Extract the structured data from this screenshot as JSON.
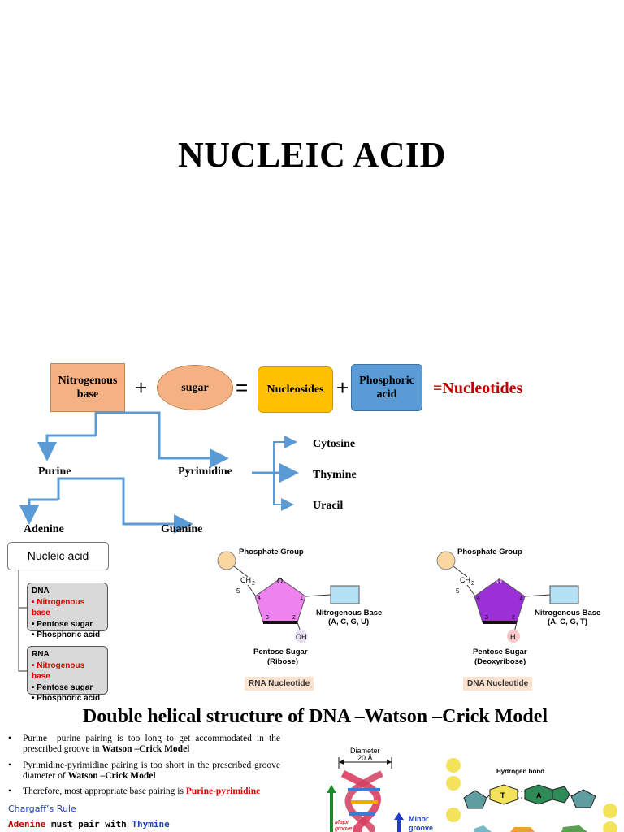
{
  "title": "NUCLEIC ACID",
  "equation": {
    "nitrogenous_base": "Nitrogenous base",
    "sugar": "sugar",
    "nucleosides": "Nucleosides",
    "phosphoric_acid": "Phosphoric acid",
    "plus": "+",
    "equals": "=",
    "result": "=Nucleotides"
  },
  "classification": {
    "purine": "Purine",
    "pyrimidine": "Pyrimidine",
    "adenine": "Adenine",
    "guanine": "Guanine",
    "pyrimidine_bases": [
      "Cytosine",
      "Thymine",
      "Uracil"
    ]
  },
  "tree": {
    "root": "Nucleic acid",
    "dna": {
      "name": "DNA",
      "items": [
        "Nitrogenous base",
        "Pentose sugar",
        "Phosphoric acid"
      ]
    },
    "rna": {
      "name": "RNA",
      "items": [
        "Nitrogenous base",
        "Pentose sugar",
        "Phosphoric acid"
      ]
    }
  },
  "rna_nucleotide": {
    "phosphate": "Phosphate Group",
    "ch2": "CH",
    "ch2_sub": "2",
    "five": "5",
    "ring_o": "O",
    "n4": "4",
    "n1": "1",
    "n3": "3",
    "n2": "2",
    "substituent": "OH",
    "base_title": "Nitrogenous Base",
    "base_letters": "(A, C, G, U)",
    "sugar_title": "Pentose Sugar",
    "sugar_name": "(Ribose)",
    "label": "RNA Nucleotide"
  },
  "dna_nucleotide": {
    "phosphate": "Phosphate Group",
    "ch2": "CH",
    "ch2_sub": "2",
    "five": "5",
    "ring_o": "O",
    "n4": "4",
    "n1": "1",
    "n3": "3",
    "n2": "2",
    "substituent": "H",
    "base_title": "Nitrogenous Base",
    "base_letters": "(A, C, G, T)",
    "sugar_title": "Pentose Sugar",
    "sugar_name": "(Deoxyribose)",
    "label": "DNA Nucleotide"
  },
  "double_helix": {
    "heading": "Double helical structure of DNA –Watson –Crick Model",
    "bullets": [
      {
        "pre": "Purine –purine pairing is too long to get accommodated in the prescribed groove in ",
        "bold": "Watson –Crick Model",
        "post": ""
      },
      {
        "pre": "Pyrimidine-pyrimidine pairing is too short in the prescribed groove diameter of ",
        "bold": "Watson –Crick Model",
        "post": ""
      },
      {
        "pre": "Therefore, most appropriate base pairing is ",
        "bold": "Purine-pyrimidine",
        "post": ""
      }
    ],
    "bullet_mark": "•",
    "chargaff": "Chargaff’s Rule",
    "adenine": "Adenine",
    "must_pair": " must pair with ",
    "thymine": "Thymine"
  },
  "helix_figure": {
    "diameter": "Diameter",
    "diameter_value": "20 Å",
    "major": "Major",
    "groove": "groove",
    "minor": "Minor",
    "minor_groove": "groove"
  },
  "bond_figure": {
    "hydrogen_bond": "Hydrogen bond",
    "t": "T",
    "a": "A"
  },
  "colors": {
    "nitrogenous_base": "#f4b183",
    "sugar": "#f4b183",
    "nucleosides": "#ffc000",
    "phosphoric_acid": "#5b9bd5",
    "arrow": "#5b9bd5",
    "nucleotides_red": "#c00000",
    "rna_ring": "#ee82ee",
    "dna_ring": "#9b30d9",
    "phosphate_circle": "#fad7a0",
    "base_rect": "#b3e0f2"
  }
}
